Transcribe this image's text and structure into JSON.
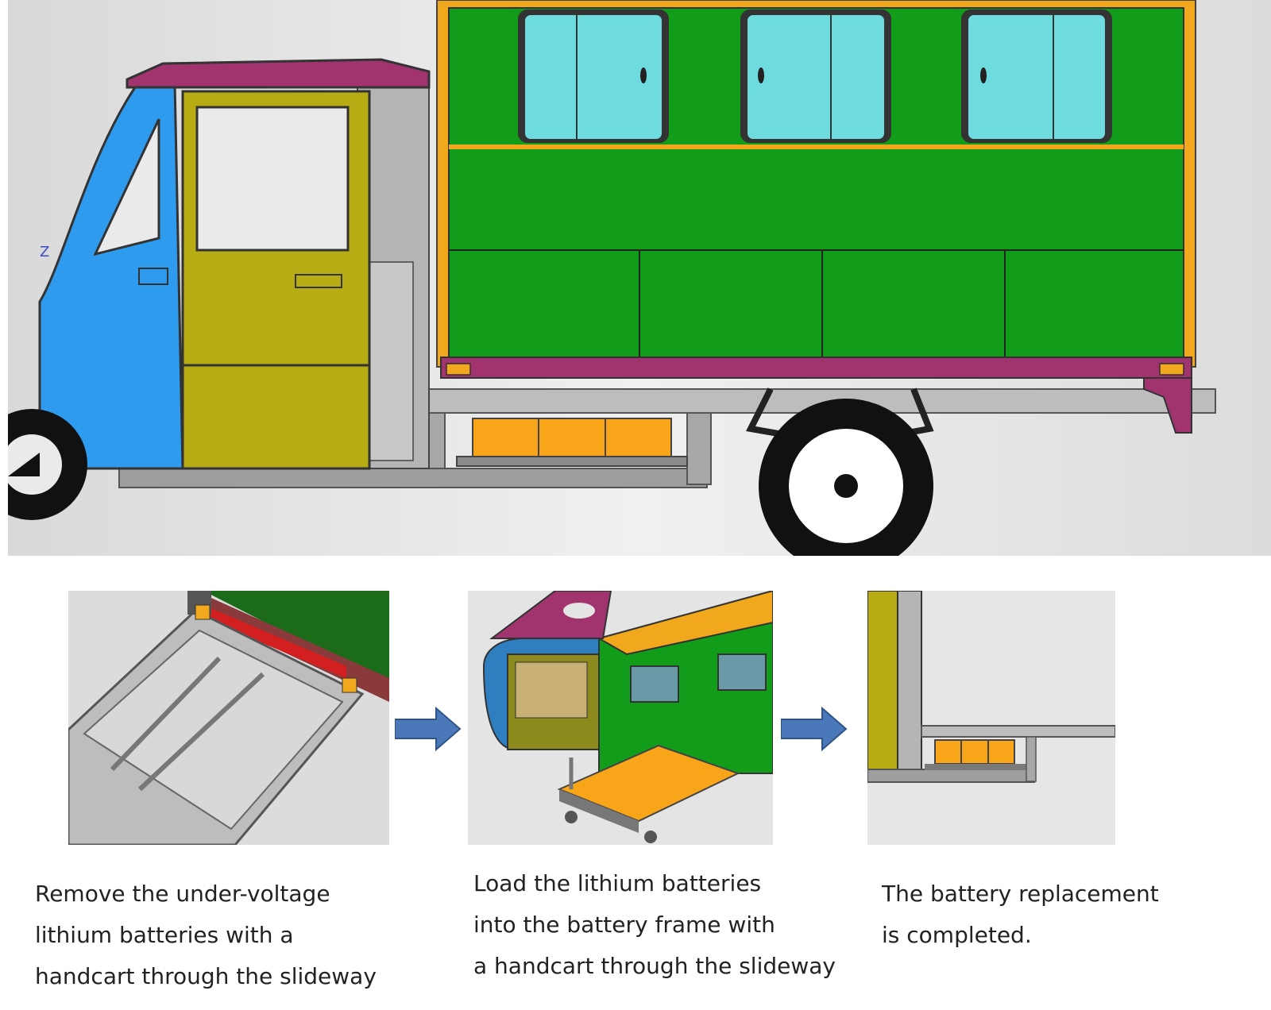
{
  "hero": {
    "axis_label": "Z"
  },
  "steps": [
    {
      "caption_lines": [
        "Remove the under-voltage",
        "lithium batteries with a",
        "handcart through the slideway"
      ]
    },
    {
      "caption_lines": [
        "Load the lithium batteries",
        "into the battery frame with",
        "a handcart through the slideway"
      ]
    },
    {
      "caption_lines": [
        "The battery replacement",
        "is completed."
      ]
    }
  ],
  "colors": {
    "cab_blue": "#2f9bee",
    "door_olive": "#b7ac13",
    "roof_magenta": "#a1336f",
    "box_green": "#119c1a",
    "frame_orange": "#f2a81c",
    "window_cyan": "#6edcdf",
    "battery_orange": "#f9a51a",
    "arrow_blue": "#4a78b8",
    "background_gray": "#e8e8e8"
  },
  "icons": [
    "right-arrow-icon",
    "right-arrow-icon"
  ]
}
